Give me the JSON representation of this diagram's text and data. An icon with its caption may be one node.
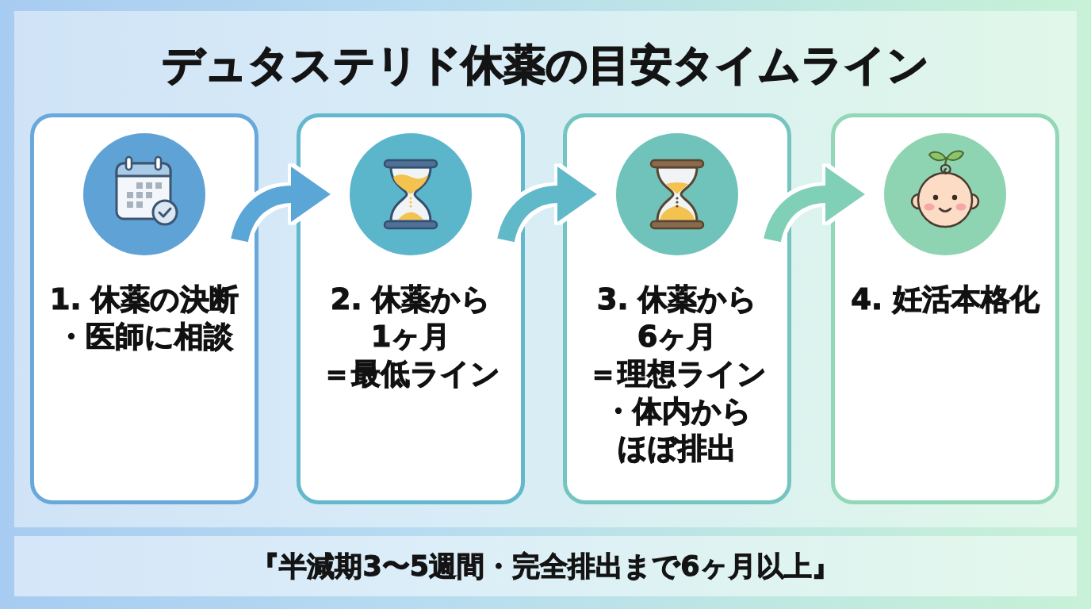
{
  "diagram": {
    "title": "デュタステリド休薬の目安タイムライン",
    "nodes": [
      {
        "text": [
          "1. 休薬の決断",
          "・医師に相談"
        ]
      },
      {
        "text": [
          "2. 休薬から1ヶ月",
          "＝最低ライン"
        ]
      },
      {
        "text": [
          "3. 休薬から6ヶ月",
          "＝理想ライン",
          "・体内からほぼ排出"
        ]
      },
      {
        "text": [
          "4. 妊活本格化"
        ]
      },
      {
        "text": [
          "『半減期3〜5週間・完全排出まで6ヶ月以上』"
        ]
      }
    ],
    "edges": [
      {
        "from": 0,
        "to": 1,
        "arrow": "to"
      },
      {
        "from": 1,
        "to": 2,
        "arrow": "to"
      },
      {
        "from": 2,
        "to": 3,
        "arrow": "to"
      }
    ]
  }
}
